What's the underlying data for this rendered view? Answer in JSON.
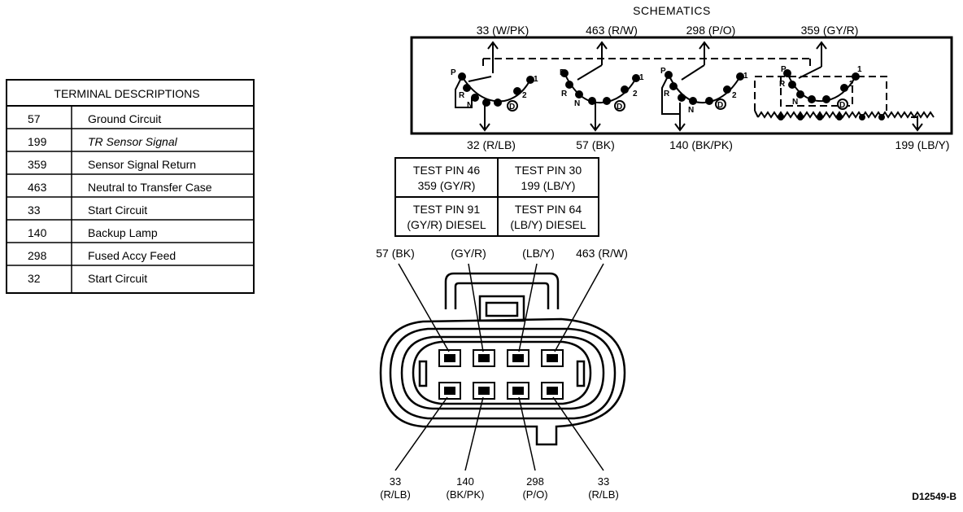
{
  "terminal_table": {
    "title": "TERMINAL DESCRIPTIONS",
    "rows": [
      {
        "num": "57",
        "desc": "Ground Circuit"
      },
      {
        "num": "199",
        "desc": "TR Sensor Signal"
      },
      {
        "num": "359",
        "desc": "Sensor Signal Return"
      },
      {
        "num": "463",
        "desc": "Neutral to Transfer Case"
      },
      {
        "num": "33",
        "desc": "Start Circuit"
      },
      {
        "num": "140",
        "desc": "Backup Lamp"
      },
      {
        "num": "298",
        "desc": "Fused Accy Feed"
      },
      {
        "num": "32",
        "desc": "Start Circuit"
      }
    ]
  },
  "schematic": {
    "title": "SCHEMATICS",
    "top_labels": [
      "33 (W/PK)",
      "463 (R/W)",
      "298 (P/O)",
      "359 (GY/R)"
    ],
    "bottom_labels": [
      "32 (R/LB)",
      "57 (BK)",
      "140 (BK/PK)",
      "199 (LB/Y)"
    ],
    "positions": {
      "p": "P",
      "r": "R",
      "n": "N",
      "d": "D",
      "two": "2",
      "one": "1"
    }
  },
  "test_pins": [
    {
      "line1": "TEST PIN 46",
      "line2": "359 (GY/R)"
    },
    {
      "line1": "TEST PIN 30",
      "line2": "199 (LB/Y)"
    },
    {
      "line1": "TEST PIN 91",
      "line2": "(GY/R) DIESEL"
    },
    {
      "line1": "TEST PIN 64",
      "line2": "(LB/Y) DIESEL"
    }
  ],
  "connector": {
    "top_labels": [
      "57 (BK)",
      "(GY/R)",
      "(LB/Y)",
      "463 (R/W)"
    ],
    "bottom_labels": [
      {
        "num": "33",
        "color": "(R/LB)"
      },
      {
        "num": "140",
        "color": "(BK/PK)"
      },
      {
        "num": "298",
        "color": "(P/O)"
      },
      {
        "num": "33",
        "color": "(R/LB)"
      }
    ]
  },
  "figure_code": "D12549-B"
}
